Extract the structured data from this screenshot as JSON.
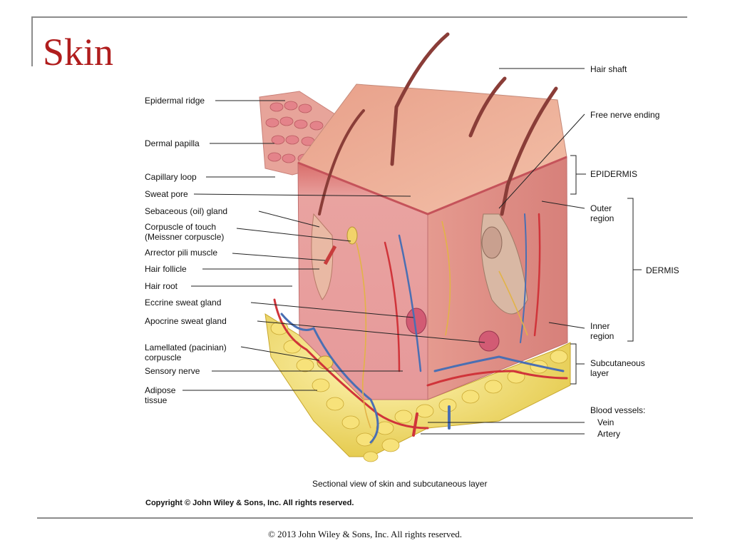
{
  "slide": {
    "title": "Skin",
    "footer": "© 2013 John Wiley & Sons, Inc. All rights reserved."
  },
  "figure": {
    "caption": "Sectional view of skin and subcutaneous layer",
    "copyright": "Copyright © John Wiley & Sons, Inc. All rights reserved.",
    "left_labels": {
      "epidermal_ridge": "Epidermal ridge",
      "dermal_papilla": "Dermal papilla",
      "capillary_loop": "Capillary loop",
      "sweat_pore": "Sweat pore",
      "sebaceous_gland": "Sebaceous (oil) gland",
      "corpuscle_touch": "Corpuscle of touch\n(Meissner corpuscle)",
      "arrector_pili": "Arrector pili muscle",
      "hair_follicle": "Hair follicle",
      "hair_root": "Hair root",
      "eccrine_gland": "Eccrine sweat gland",
      "apocrine_gland": "Apocrine sweat gland",
      "lamellated_corpuscle": "Lamellated (pacinian)\ncorpuscle",
      "sensory_nerve": "Sensory nerve",
      "adipose_tissue": "Adipose\ntissue"
    },
    "right_labels": {
      "hair_shaft": "Hair shaft",
      "free_nerve_ending": "Free nerve ending",
      "epidermis": "EPIDERMIS",
      "outer_region": "Outer\nregion",
      "dermis": "DERMIS",
      "inner_region": "Inner\nregion",
      "subcutaneous_layer": "Subcutaneous\nlayer",
      "blood_vessels": "Blood vessels:",
      "vein": "Vein",
      "artery": "Artery"
    }
  }
}
